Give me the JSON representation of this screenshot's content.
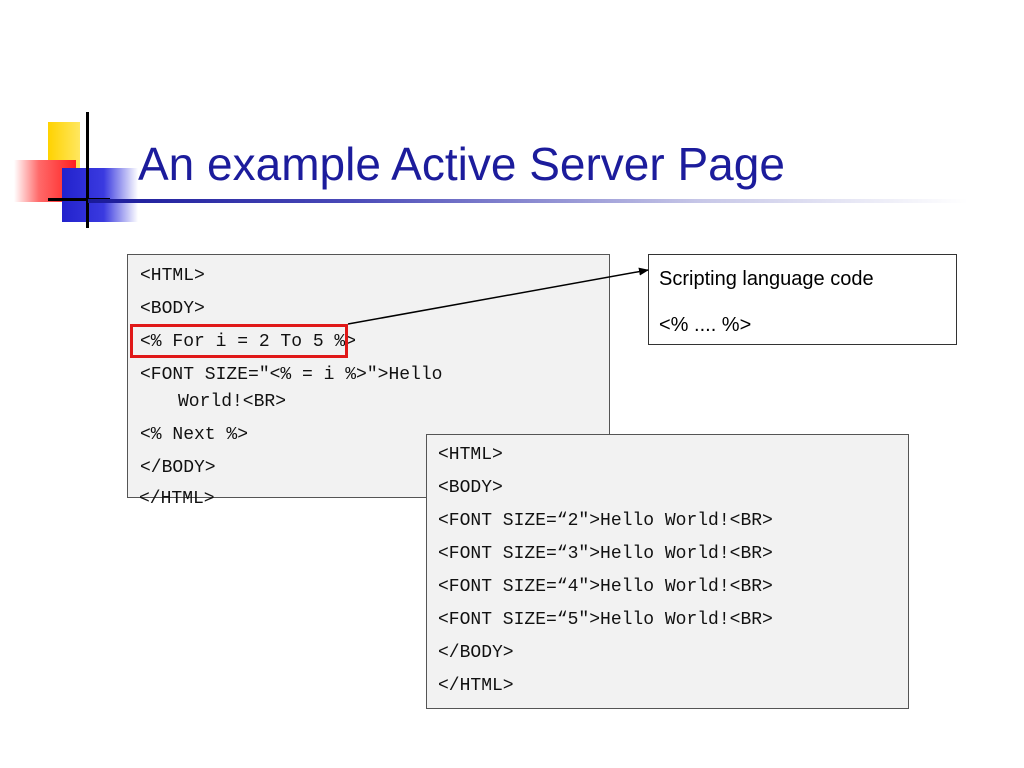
{
  "slide": {
    "title": "An example Active Server Page"
  },
  "source_code": {
    "lines": [
      "<HTML>",
      "<BODY>",
      "<% For i = 2 To 5 %>",
      "<FONT SIZE=\"<% = i %>\">Hello",
      "World!<BR>",
      "<% Next %>",
      "</BODY>",
      "</HTML>"
    ]
  },
  "output_code": {
    "lines": [
      "<HTML>",
      "<BODY>",
      "<FONT SIZE=“2\">Hello World!<BR>",
      "<FONT SIZE=“3\">Hello World!<BR>",
      "<FONT SIZE=“4\">Hello World!<BR>",
      "<FONT SIZE=“5\">Hello World!<BR>",
      "</BODY>",
      "</HTML>"
    ]
  },
  "callout": {
    "line1": "Scripting language code",
    "line2": "<% .... %>"
  },
  "colors": {
    "title": "#1c1c9c",
    "highlight": "#e01818",
    "code_background": "#f2f2f2"
  }
}
